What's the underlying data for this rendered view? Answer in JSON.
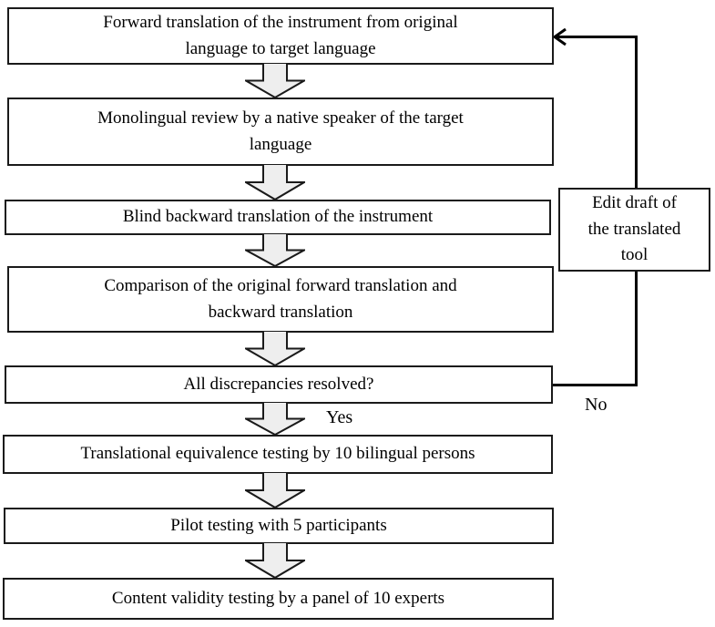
{
  "flowchart": {
    "steps": [
      {
        "label": "Forward translation of the instrument from original language to target language"
      },
      {
        "label": "Monolingual review by a native speaker of the target language"
      },
      {
        "label": "Blind backward translation of the instrument"
      },
      {
        "label": "Comparison of the original forward translation and backward translation"
      },
      {
        "label": "All discrepancies resolved?"
      },
      {
        "label": "Translational equivalence testing by 10 bilingual persons"
      },
      {
        "label": "Pilot testing with 5 participants"
      },
      {
        "label": "Content validity testing by a panel of 10 experts"
      }
    ],
    "decision": {
      "yes_label": "Yes",
      "no_label": "No"
    },
    "feedback_box": {
      "label": "Edit draft of\nthe translated\ntool"
    },
    "colors": {
      "background": "#ffffff",
      "box_fill": "#ffffff",
      "box_border": "#1a1a1a",
      "arrow_fill": "#eeeeee",
      "arrow_stroke": "#1a1a1a",
      "connector_line": "#000000",
      "text": "#000000"
    }
  }
}
